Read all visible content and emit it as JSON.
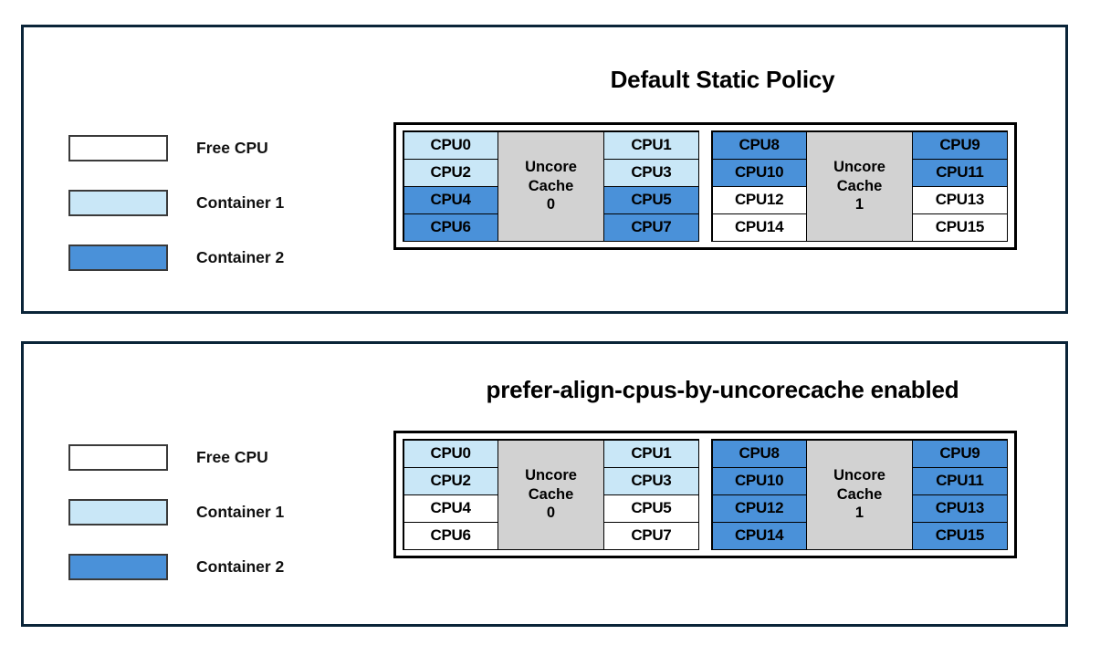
{
  "colors": {
    "free_cpu": "#ffffff",
    "container1": "#c9e7f7",
    "container2": "#4a91d9",
    "uncore_cache": "#d2d2d2",
    "panel_border": "#0a2438",
    "cell_border": "#000000"
  },
  "panels": [
    {
      "title": "Default Static Policy",
      "legend": [
        {
          "label": "Free CPU",
          "fill": "free"
        },
        {
          "label": "Container 1",
          "fill": "container1"
        },
        {
          "label": "Container 2",
          "fill": "container2"
        }
      ],
      "groups": [
        {
          "cache_label_line1": "Uncore",
          "cache_label_line2": "Cache",
          "cache_label_line3": "0",
          "left_column": [
            {
              "label": "CPU0",
              "fill": "container1"
            },
            {
              "label": "CPU2",
              "fill": "container1"
            },
            {
              "label": "CPU4",
              "fill": "container2"
            },
            {
              "label": "CPU6",
              "fill": "container2"
            }
          ],
          "right_column": [
            {
              "label": "CPU1",
              "fill": "container1"
            },
            {
              "label": "CPU3",
              "fill": "container1"
            },
            {
              "label": "CPU5",
              "fill": "container2"
            },
            {
              "label": "CPU7",
              "fill": "container2"
            }
          ]
        },
        {
          "cache_label_line1": "Uncore",
          "cache_label_line2": "Cache",
          "cache_label_line3": "1",
          "left_column": [
            {
              "label": "CPU8",
              "fill": "container2"
            },
            {
              "label": "CPU10",
              "fill": "container2"
            },
            {
              "label": "CPU12",
              "fill": "free"
            },
            {
              "label": "CPU14",
              "fill": "free"
            }
          ],
          "right_column": [
            {
              "label": "CPU9",
              "fill": "container2"
            },
            {
              "label": "CPU11",
              "fill": "container2"
            },
            {
              "label": "CPU13",
              "fill": "free"
            },
            {
              "label": "CPU15",
              "fill": "free"
            }
          ]
        }
      ]
    },
    {
      "title": "prefer-align-cpus-by-uncorecache enabled",
      "legend": [
        {
          "label": "Free CPU",
          "fill": "free"
        },
        {
          "label": "Container 1",
          "fill": "container1"
        },
        {
          "label": "Container 2",
          "fill": "container2"
        }
      ],
      "groups": [
        {
          "cache_label_line1": "Uncore",
          "cache_label_line2": "Cache",
          "cache_label_line3": "0",
          "left_column": [
            {
              "label": "CPU0",
              "fill": "container1"
            },
            {
              "label": "CPU2",
              "fill": "container1"
            },
            {
              "label": "CPU4",
              "fill": "free"
            },
            {
              "label": "CPU6",
              "fill": "free"
            }
          ],
          "right_column": [
            {
              "label": "CPU1",
              "fill": "container1"
            },
            {
              "label": "CPU3",
              "fill": "container1"
            },
            {
              "label": "CPU5",
              "fill": "free"
            },
            {
              "label": "CPU7",
              "fill": "free"
            }
          ]
        },
        {
          "cache_label_line1": "Uncore",
          "cache_label_line2": "Cache",
          "cache_label_line3": "1",
          "left_column": [
            {
              "label": "CPU8",
              "fill": "container2"
            },
            {
              "label": "CPU10",
              "fill": "container2"
            },
            {
              "label": "CPU12",
              "fill": "container2"
            },
            {
              "label": "CPU14",
              "fill": "container2"
            }
          ],
          "right_column": [
            {
              "label": "CPU9",
              "fill": "container2"
            },
            {
              "label": "CPU11",
              "fill": "container2"
            },
            {
              "label": "CPU13",
              "fill": "container2"
            },
            {
              "label": "CPU15",
              "fill": "container2"
            }
          ]
        }
      ]
    }
  ]
}
